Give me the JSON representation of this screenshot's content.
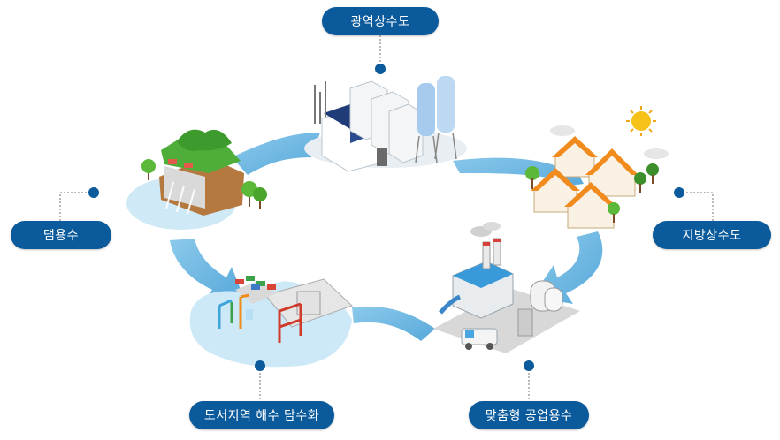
{
  "labels": {
    "wide_area_water": "광역상수도",
    "local_water": "지방상수도",
    "dam_water": "댐용수",
    "industrial_water": "맞춤형 공업용수",
    "desalination": "도서지역 해수 담수화"
  },
  "colors": {
    "label_bg": "#0a5a9c",
    "label_text": "#ffffff",
    "flow_arrow": "#6bb6e2",
    "water_pool": "#cde9f7"
  }
}
